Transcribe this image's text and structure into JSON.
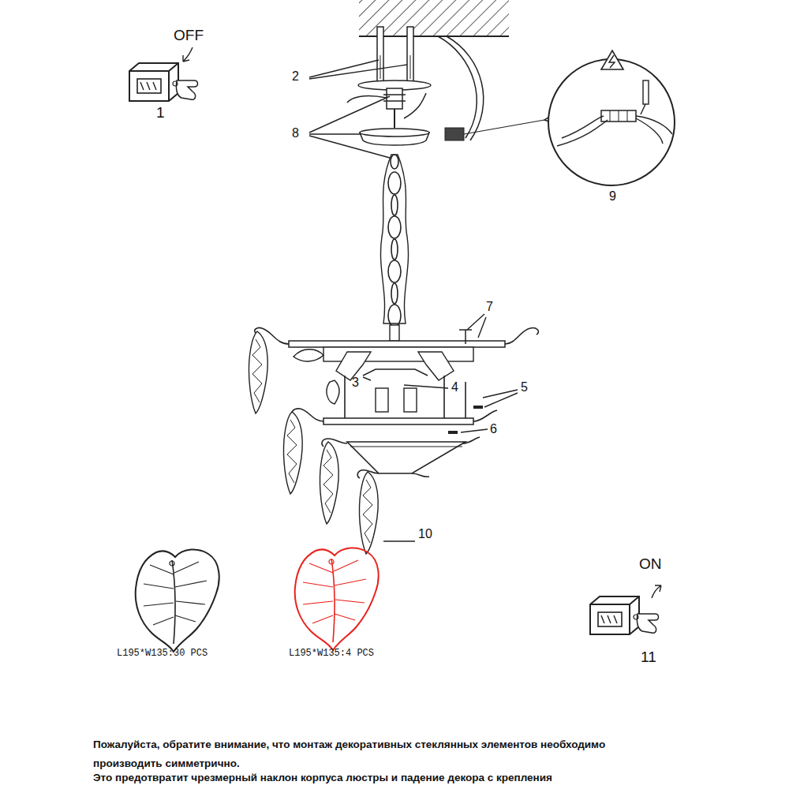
{
  "diagram": {
    "labels": [
      "OFF",
      "1",
      "2",
      "8",
      "9",
      "7",
      "3",
      "4",
      "5",
      "6",
      "10",
      "L195*W135:30 PCS",
      "L195*W135:4 PCS",
      "ON",
      "11",
      "Пожалуйста, обратите внимание, что монтаж декоративных стеклянных элементов необходимо производить симметрично.",
      "Это предотвратит чрезмерный наклон корпуса люстры и падение декора с крепления"
    ]
  }
}
